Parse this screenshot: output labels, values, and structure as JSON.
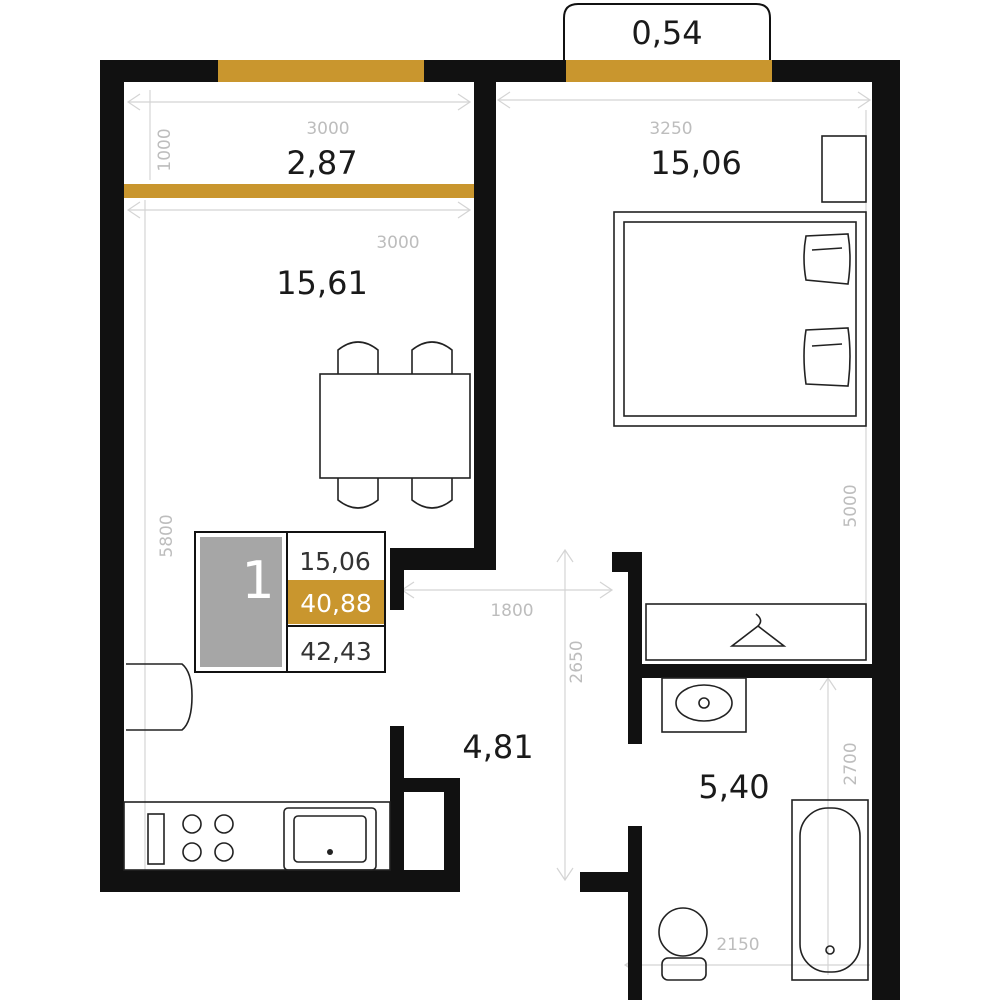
{
  "balcony_window": {
    "label": "0,54"
  },
  "rooms": {
    "loggia": {
      "area": "2,87",
      "width_dim": "3000",
      "depth_dim": "1000"
    },
    "kitchen": {
      "area": "15,61",
      "width_dim": "3000",
      "depth_dim": "5800"
    },
    "bedroom": {
      "area": "15,06",
      "width_dim": "3250",
      "depth_dim": "5000"
    },
    "hall": {
      "area": "4,81",
      "width_dim": "1800",
      "depth_dim": "2650"
    },
    "bathroom": {
      "area": "5,40",
      "width_dim": "2150",
      "depth_dim": "2700"
    }
  },
  "summary_badge": {
    "room_count": "1",
    "living_area": "15,06",
    "total_area": "40,88",
    "total_with_balcony": "42,43"
  },
  "colors": {
    "wall": "#111111",
    "window_accent": "#c9962e",
    "badge_grey": "#a6a6a6",
    "dimension_grey": "#bdbdbd"
  }
}
